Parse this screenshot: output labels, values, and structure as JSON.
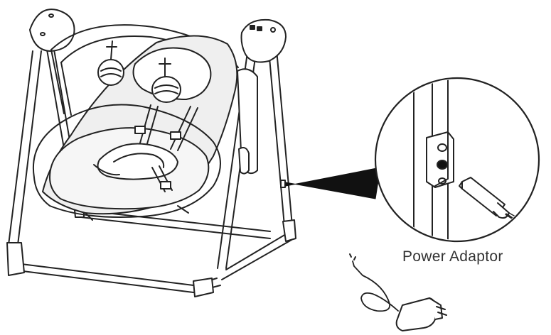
{
  "diagram": {
    "callout_label": "Power Adaptor",
    "colors": {
      "line": "#222222",
      "seat_fill": "#efefef",
      "pointer": "#111111"
    },
    "parts": [
      "swing-frame",
      "toy-bar",
      "hanging-toys",
      "seat",
      "harness",
      "control-panel",
      "power-jack",
      "magnified-callout",
      "dc-plug",
      "wall-adapter"
    ]
  }
}
